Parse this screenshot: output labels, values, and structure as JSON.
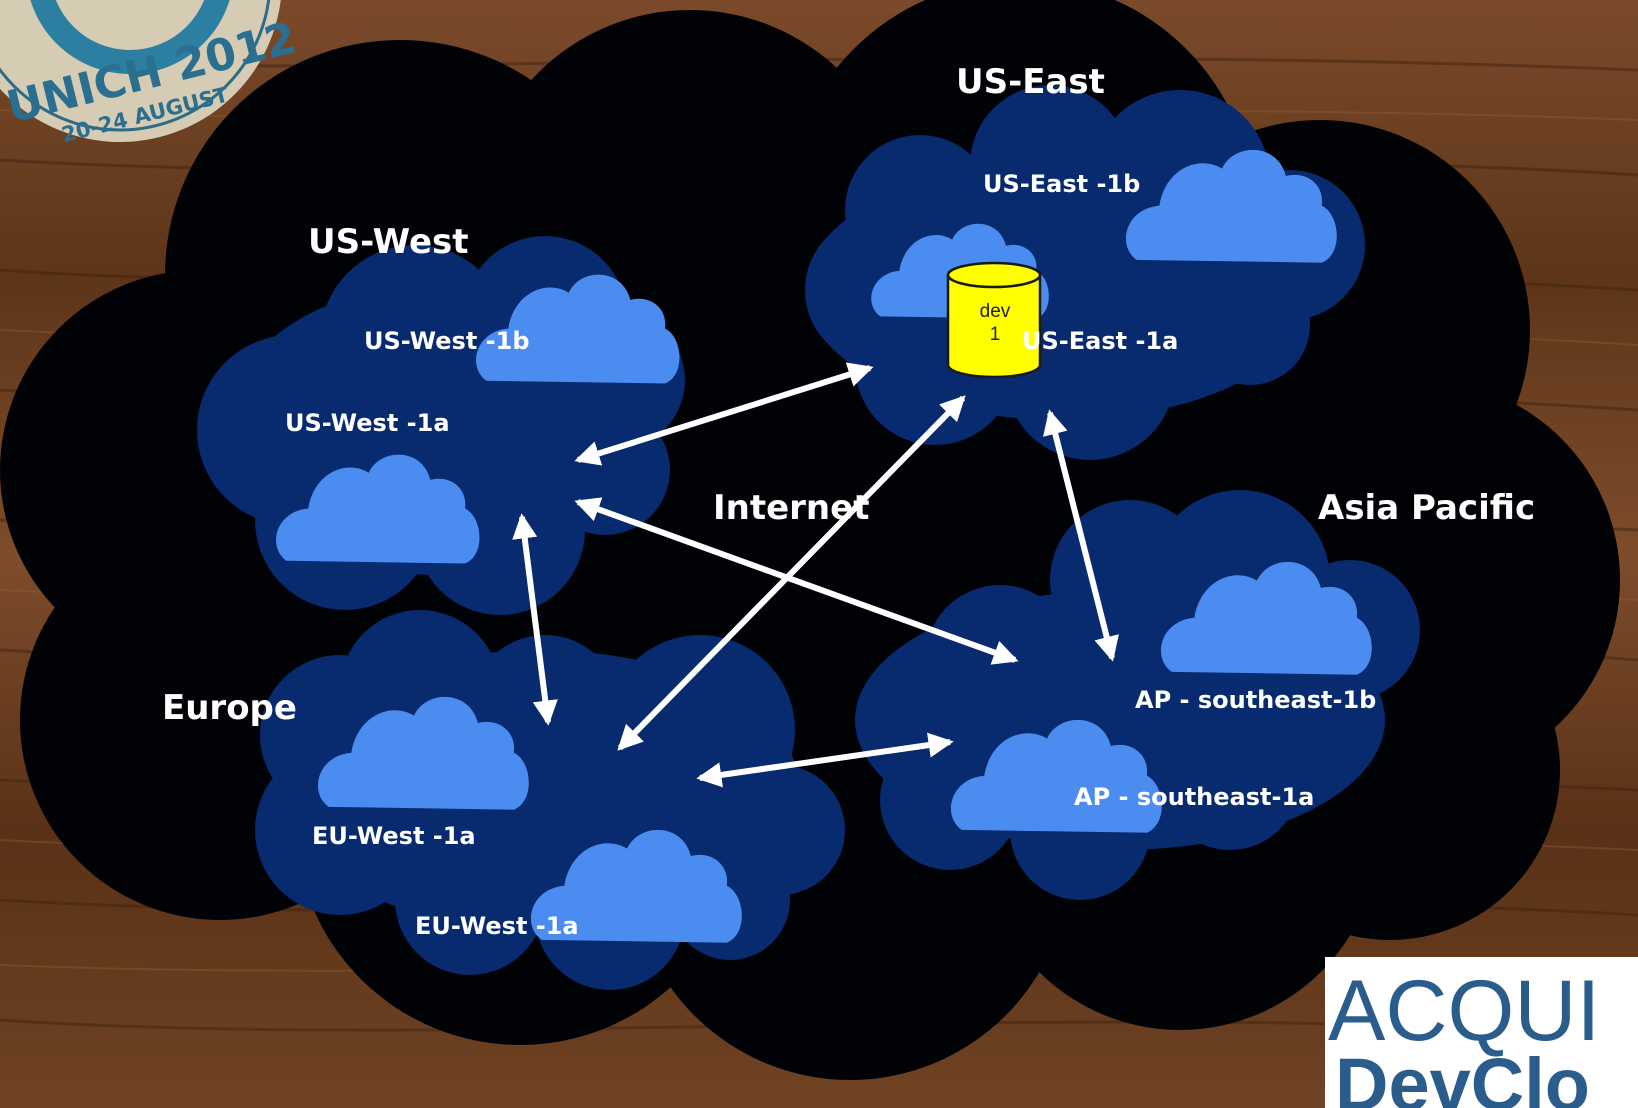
{
  "badge": {
    "line1": "UNICH 2012",
    "line2": "20-24 AUGUST"
  },
  "internet_label": "Internet",
  "regions": {
    "us_west": {
      "label": "US-West",
      "zone_b": "US-West -1b",
      "zone_a": "US-West -1a"
    },
    "us_east": {
      "label": "US-East",
      "zone_b": "US-East -1b",
      "zone_a": "US-East -1a"
    },
    "europe": {
      "label": "Europe",
      "zone_a": "EU-West -1a",
      "zone_b": "EU-West -1a"
    },
    "asia_pacific": {
      "label": "Asia Pacific",
      "zone_b": "AP - southeast-1b",
      "zone_a": "AP - southeast-1a"
    }
  },
  "database": {
    "line1": "dev",
    "line2": "1"
  },
  "brand": {
    "line1": "ACQUI",
    "line2": "DevClo"
  },
  "colors": {
    "outer_cloud": "#010206",
    "region_cloud": "#082a6e",
    "zone_cloud": "#4a8cf0",
    "arrow": "#ffffff",
    "database": "#ffff00",
    "brand_blue": "#2a5d8c"
  },
  "links": [
    [
      "us_west",
      "us_east"
    ],
    [
      "us_west",
      "europe"
    ],
    [
      "us_west",
      "asia_pacific"
    ],
    [
      "europe",
      "us_east"
    ],
    [
      "europe",
      "asia_pacific"
    ],
    [
      "us_east",
      "asia_pacific"
    ]
  ]
}
